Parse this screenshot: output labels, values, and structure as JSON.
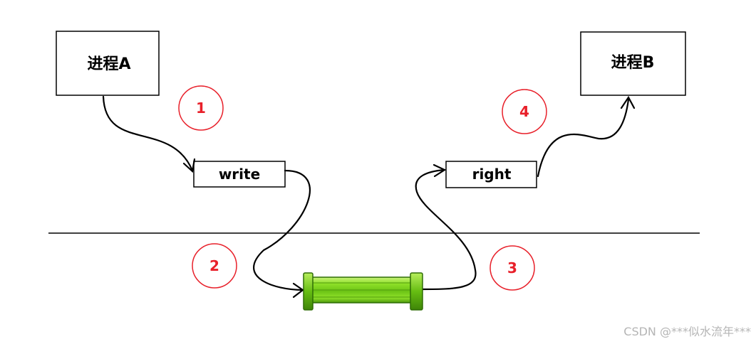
{
  "nodes": {
    "process_a": "进程A",
    "process_b": "进程B",
    "write": "write",
    "read": "right"
  },
  "steps": [
    "1",
    "2",
    "3",
    "4"
  ],
  "watermark": "CSDN @***似水流年***",
  "colors": {
    "step_circle": "#e8202a",
    "pipe_green": "#7ad31a",
    "pipe_dark": "#2f6d06",
    "line": "#000000"
  },
  "icons": {
    "pipe": "pipe-icon"
  }
}
